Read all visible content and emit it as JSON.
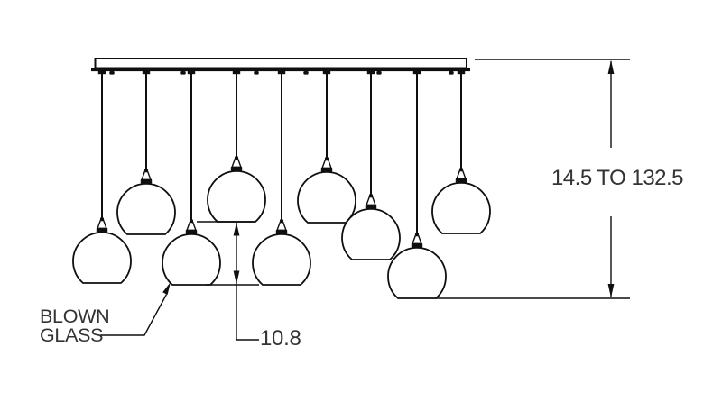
{
  "page": {
    "background": "#ffffff"
  },
  "drawing": {
    "pendant_count": 9,
    "colors": {
      "line": "#0f0f0f",
      "text": "#333333"
    },
    "callout": {
      "line1": "BLOWN",
      "line2": "GLASS"
    },
    "dimensions": {
      "pendant_stagger": "10.8",
      "overall_height_range": "14.5 TO 132.5"
    }
  }
}
